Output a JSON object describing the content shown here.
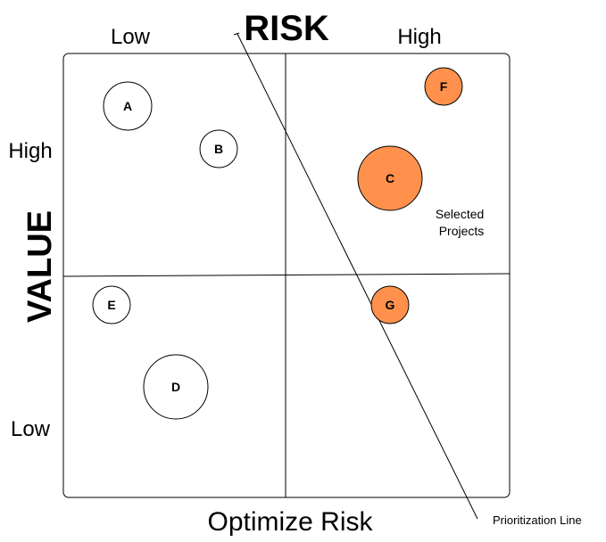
{
  "title": "RISK",
  "risk_axis": {
    "low_label": "Low",
    "high_label": "High",
    "bottom_label": "Optimize Risk"
  },
  "value_axis": {
    "label": "VALUE",
    "high_label": "High",
    "low_label": "Low"
  },
  "annotations": {
    "selected_projects": [
      "Selected",
      "Projects"
    ],
    "prioritization_line": "Prioritization Line"
  },
  "colors": {
    "selected_fill": "#FF914D",
    "unselected_fill": "#FFFFFF",
    "stroke": "#000000"
  },
  "chart_data": {
    "type": "bubble",
    "projects": [
      {
        "label": "A",
        "selected": false
      },
      {
        "label": "B",
        "selected": false
      },
      {
        "label": "C",
        "selected": true
      },
      {
        "label": "D",
        "selected": false
      },
      {
        "label": "E",
        "selected": false
      },
      {
        "label": "F",
        "selected": true
      },
      {
        "label": "G",
        "selected": true
      }
    ]
  }
}
